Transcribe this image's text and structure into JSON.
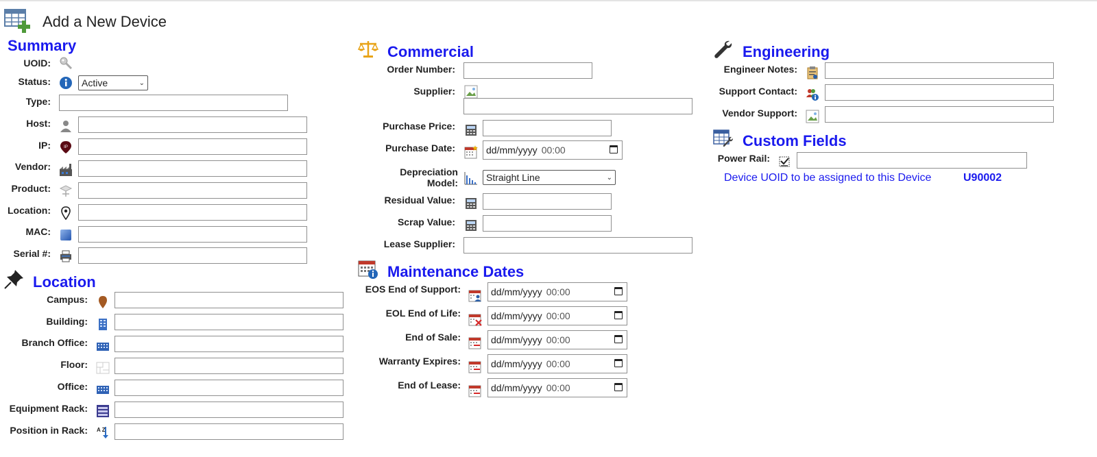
{
  "page": {
    "title": "Add a New Device"
  },
  "summary": {
    "heading": "Summary",
    "uoid_label": "UOID:",
    "status_label": "Status:",
    "status_value": "Active",
    "type_label": "Type:",
    "host_label": "Host:",
    "ip_label": "IP:",
    "ip_icon_text": "IP",
    "vendor_label": "Vendor:",
    "product_label": "Product:",
    "location_label": "Location:",
    "mac_label": "MAC:",
    "serial_label": "Serial #:"
  },
  "location": {
    "heading": "Location",
    "campus_label": "Campus:",
    "building_label": "Building:",
    "branch_label": "Branch Office:",
    "floor_label": "Floor:",
    "office_label": "Office:",
    "rack_label": "Equipment Rack:",
    "position_label": "Position in Rack:",
    "az_icon_text": "A Z"
  },
  "commercial": {
    "heading": "Commercial",
    "order_label": "Order Number:",
    "supplier_label": "Supplier:",
    "price_label": "Purchase Price:",
    "date_label": "Purchase Date:",
    "depreciation_label_1": "Depreciation",
    "depreciation_label_2": "Model:",
    "depreciation_value": "Straight Line",
    "residual_label": "Residual Value:",
    "scrap_label": "Scrap Value:",
    "lease_supplier_label": "Lease Supplier:"
  },
  "maintenance": {
    "heading": "Maintenance Dates",
    "eos_label": "EOS End of Support:",
    "eol_label": "EOL End of Life:",
    "eosale_label": "End of Sale:",
    "warranty_label": "Warranty Expires:",
    "eolease_label": "End of Lease:"
  },
  "date_input": {
    "date_placeholder": "dd/mm/yyyy",
    "time_placeholder": "00:00"
  },
  "engineering": {
    "heading": "Engineering",
    "notes_label": "Engineer Notes:",
    "contact_label": "Support Contact:",
    "vendor_support_label": "Vendor Support:"
  },
  "custom_fields": {
    "heading": "Custom Fields",
    "power_rail_label": "Power Rail:",
    "uoid_info_text": "Device UOID to be assigned to this Device",
    "uoid_info_value": "U90002"
  }
}
